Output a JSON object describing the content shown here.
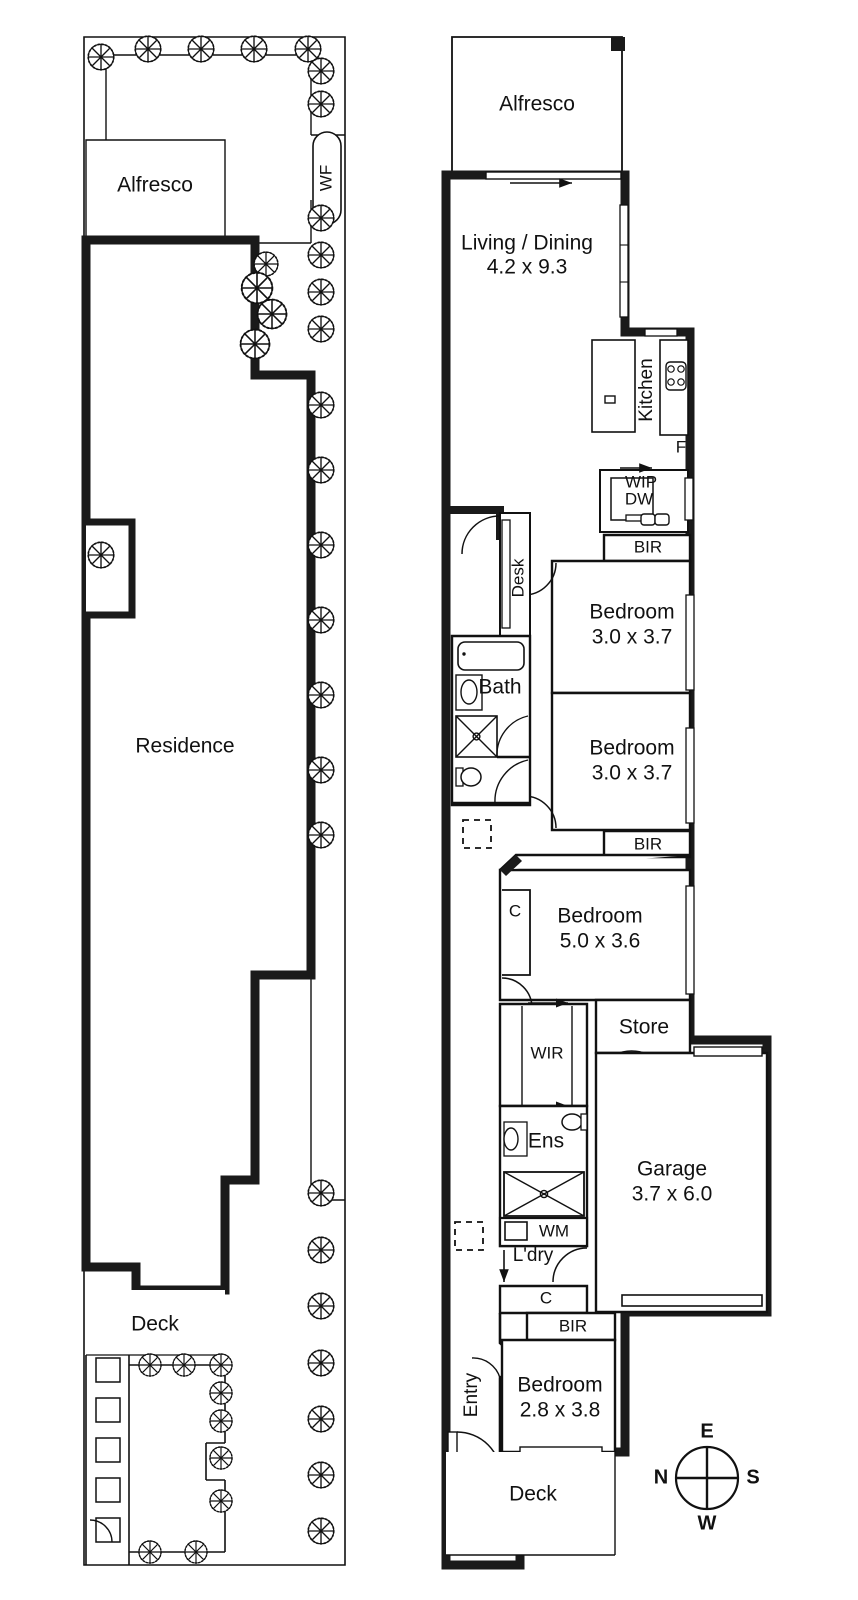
{
  "document": {
    "type": "floor-plan",
    "title": "Residential Floor Plan",
    "panels": [
      "site-plan",
      "floor-plan"
    ]
  },
  "site_plan": {
    "labels": {
      "alfresco": "Alfresco",
      "residence": "Residence",
      "deck": "Deck",
      "water_feature": "WF"
    }
  },
  "floor_plan": {
    "rooms": [
      {
        "key": "alfresco",
        "name": "Alfresco",
        "dims": ""
      },
      {
        "key": "living_dining",
        "name": "Living / Dining",
        "dims": "4.2 x 9.3"
      },
      {
        "key": "kitchen",
        "name": "Kitchen",
        "dims": ""
      },
      {
        "key": "bedroom_2",
        "name": "Bedroom",
        "dims": "3.0 x 3.7"
      },
      {
        "key": "bedroom_3",
        "name": "Bedroom",
        "dims": "3.0 x 3.7"
      },
      {
        "key": "bedroom_1",
        "name": "Bedroom",
        "dims": "5.0 x 3.6"
      },
      {
        "key": "bedroom_4",
        "name": "Bedroom",
        "dims": "2.8 x 3.8"
      },
      {
        "key": "garage",
        "name": "Garage",
        "dims": "3.7 x 6.0"
      },
      {
        "key": "store",
        "name": "Store",
        "dims": ""
      },
      {
        "key": "bath",
        "name": "Bath",
        "dims": ""
      },
      {
        "key": "ens",
        "name": "Ens",
        "dims": ""
      },
      {
        "key": "deck",
        "name": "Deck",
        "dims": ""
      }
    ],
    "annotations": {
      "desk": "Desk",
      "wip": "WIP",
      "dw": "DW",
      "fridge": "F",
      "bir_1": "BIR",
      "bir_2": "BIR",
      "bir_3": "BIR",
      "c_1": "C",
      "c_2": "C",
      "wir": "WIR",
      "wm": "WM",
      "ldry": "L'dry",
      "entry": "Entry"
    }
  },
  "compass": {
    "north": "N",
    "east": "E",
    "south": "S",
    "west": "W"
  },
  "style": {
    "wall_color": "#1a1a1a",
    "line_color": "#111111",
    "fill_color": "#ffffff",
    "text_color": "#111111"
  }
}
